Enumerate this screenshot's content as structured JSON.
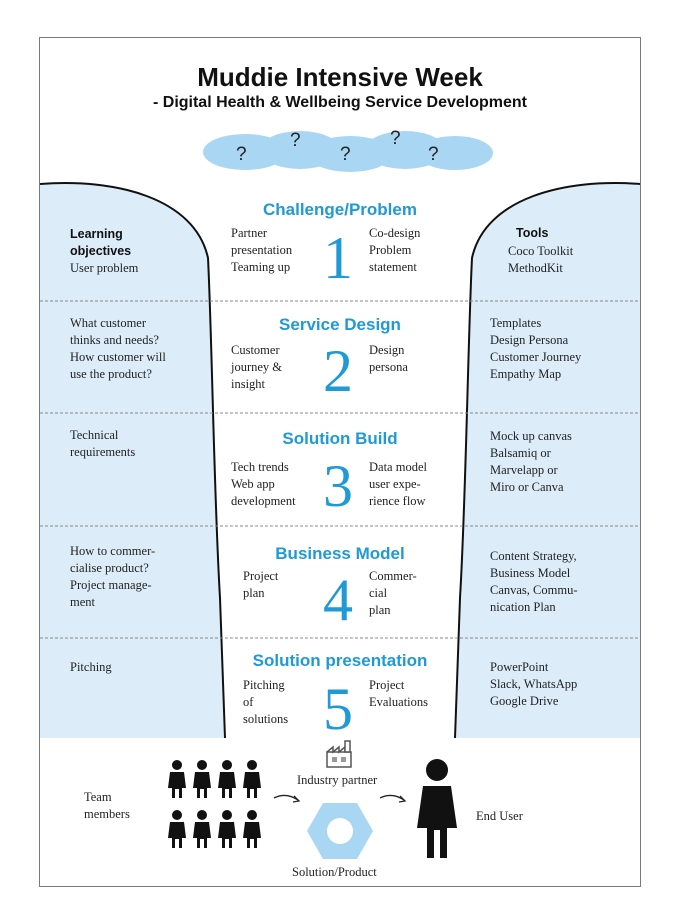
{
  "header": {
    "title": "Muddie Intensive Week",
    "subtitle": "- Digital Health & Wellbeing Service Development"
  },
  "cloud": {
    "marks": [
      "?",
      "?",
      "?",
      "?",
      "?"
    ]
  },
  "left_column": {
    "heading_1": "Learning",
    "heading_2": "objectives",
    "items": [
      [
        "User problem"
      ],
      [
        "What customer",
        "thinks and needs?",
        "How customer will",
        "use the product?"
      ],
      [
        "Technical",
        "requirements"
      ],
      [
        "How to commer-",
        "cialise product?",
        "Project manage-",
        "ment"
      ],
      [
        "Pitching"
      ]
    ]
  },
  "right_column": {
    "heading": "Tools",
    "items": [
      [
        "Coco Toolkit",
        "MethodKit"
      ],
      [
        "Templates",
        "Design Persona",
        "Customer Journey",
        "Empathy Map"
      ],
      [
        "Mock up canvas",
        "Balsamiq or",
        "Marvelapp or",
        "Miro or Canva"
      ],
      [
        "Content Strategy,",
        "Business Model",
        "Canvas, Commu-",
        "nication Plan"
      ],
      [
        "PowerPoint",
        "Slack, WhatsApp",
        "Google Drive"
      ]
    ]
  },
  "stages": [
    {
      "title": "Challenge/Problem",
      "number": "1",
      "left": [
        "Partner",
        "presentation",
        "Teaming up"
      ],
      "right": [
        "Co-design",
        "Problem",
        "statement"
      ]
    },
    {
      "title": "Service Design",
      "number": "2",
      "left": [
        "Customer",
        "journey &",
        "insight"
      ],
      "right": [
        "Design",
        "persona"
      ]
    },
    {
      "title": "Solution Build",
      "number": "3",
      "left": [
        "Tech trends",
        "Web app",
        "development"
      ],
      "right": [
        "Data model",
        "user expe-",
        "rience flow"
      ]
    },
    {
      "title": "Business Model",
      "number": "4",
      "left": [
        "Project",
        "plan"
      ],
      "right": [
        "Commer-",
        "cial",
        "plan"
      ]
    },
    {
      "title": "Solution presentation",
      "number": "5",
      "left": [
        "Pitching",
        "of",
        "solutions"
      ],
      "right": [
        "Project",
        "Evaluations"
      ]
    }
  ],
  "bottom": {
    "team_1": "Team",
    "team_2": "members",
    "industry": "Industry partner",
    "product": "Solution/Product",
    "end_user": "End User"
  },
  "colors": {
    "accent": "#1f9ad6",
    "band_fill": "#dcedf9",
    "cloud": "#a9d6f3",
    "hexagon": "#a9d6f3"
  },
  "icons": [
    "factory-icon",
    "person-icon",
    "hexagon-icon",
    "arrow-icon"
  ]
}
